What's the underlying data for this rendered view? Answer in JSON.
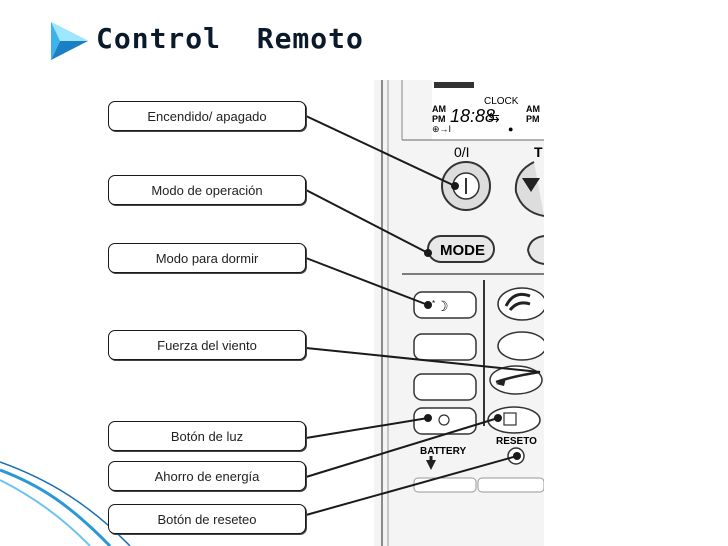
{
  "title": "Control  Remoto",
  "labels": [
    "Encendido/ apagado",
    "Modo de operación",
    "Modo para dormir",
    "Fuerza del viento",
    "Botón de luz",
    "Ahorro de energía",
    "Botón de reseteo"
  ],
  "remote": {
    "display_clock": "CLOCK",
    "display_am": "AM",
    "display_pm": "PM",
    "display_time": "18:88",
    "onoff_label": "0/I",
    "t_label": "T",
    "mode_label": "MODE",
    "battery_label": "BATTERY",
    "reset_label": "RESETO"
  },
  "colors": {
    "chevron_light": "#9fe6ff",
    "chevron_dark": "#1a7fc4",
    "wave": "#2a98d8"
  }
}
